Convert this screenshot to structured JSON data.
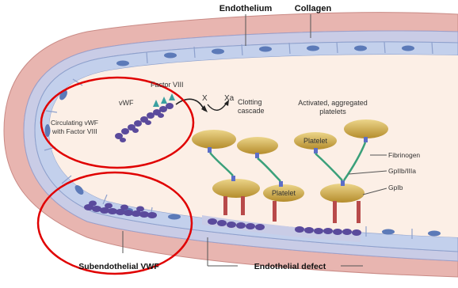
{
  "labels": {
    "endothelium": "Endothelium",
    "collagen": "Collagen",
    "factor_viii": "Factor VIII",
    "vwf": "vWF",
    "circulating_line1": "Circulating vWF",
    "circulating_line2": "with Factor VIII",
    "x": "X",
    "xa": "Xa",
    "clotting_line1": "Clotting",
    "clotting_line2": "cascade",
    "activated_line1": "Activated, aggregated",
    "activated_line2": "platelets",
    "platelet": "Platelet",
    "fibrinogen": "Fibrinogen",
    "gpiib_iiia": "GpIIb/IIIa",
    "gpib": "GpIb",
    "subendothelial_vwf": "Subendothelial VWF",
    "endothelial_defect": "Endothelial defect"
  },
  "colors": {
    "outer_wall": "#e8b5b0",
    "collagen_band": "#c9cce6",
    "endothelial_cell": "#c3d0ec",
    "nucleus": "#5c7ab8",
    "lumen": "#fcefe6",
    "platelet": "#d4b04a",
    "vwf_strand": "#5a4a9c",
    "highlight_circle": "#e00000",
    "fibrinogen": "#3aa07a"
  }
}
